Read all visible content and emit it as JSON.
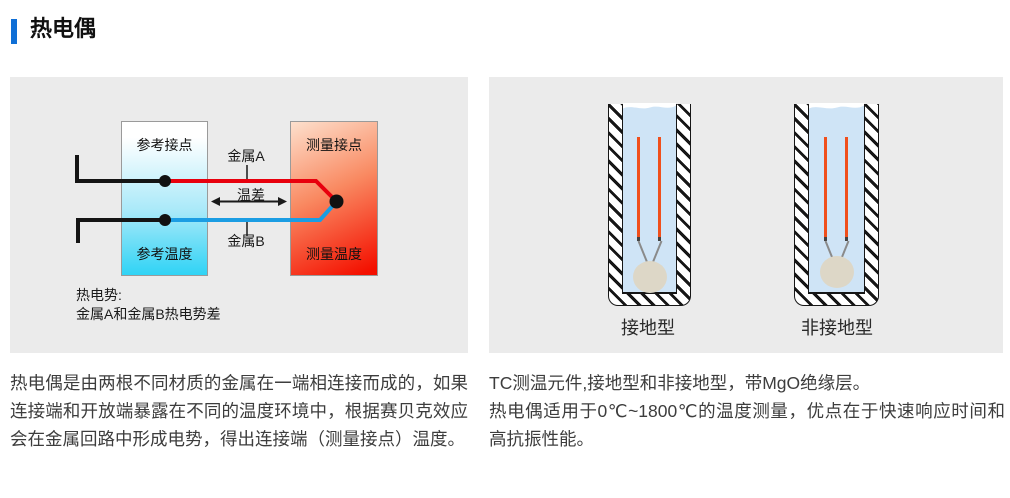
{
  "page": {
    "title": "热电偶"
  },
  "colors": {
    "accent": "#0f6fd6",
    "panel_bg": "#ebebeb",
    "wire_a": "#e8000d",
    "wire_b": "#1b9de3",
    "black_wire": "#141414",
    "ref_gradient_bottom": "#2fd3f5",
    "meas_gradient_bottom": "#f41000",
    "tube_interior": "#cfe4f6",
    "tc_wire": "#f04f1c",
    "bead": "#ddd7c7",
    "fillet": "#6f6f6f"
  },
  "left_panel": {
    "diagram": {
      "reference_box": {
        "top_label": "参考接点",
        "bottom_label": "参考温度"
      },
      "measure_box": {
        "top_label": "测量接点",
        "bottom_label": "测量温度"
      },
      "metal_a_label": "金属A",
      "temp_diff_label": "温差",
      "metal_b_label": "金属B",
      "note_line1": "热电势:",
      "note_line2": "金属A和金属B热电势差"
    },
    "caption": "热电偶是由两根不同材质的金属在一端相连接而成的，如果连接端和开放端暴露在不同的温度环境中，根据赛贝克效应会在金属回路中形成电势，得出连接端（测量接点）温度。"
  },
  "right_panel": {
    "diagram": {
      "grounded_label": "接地型",
      "ungrounded_label": "非接地型"
    },
    "caption_line1": "TC测温元件,接地型和非接地型，带MgO绝缘层。",
    "caption_rest": "热电偶适用于0℃~1800℃的温度测量，优点在于快速响应时间和高抗振性能。"
  }
}
